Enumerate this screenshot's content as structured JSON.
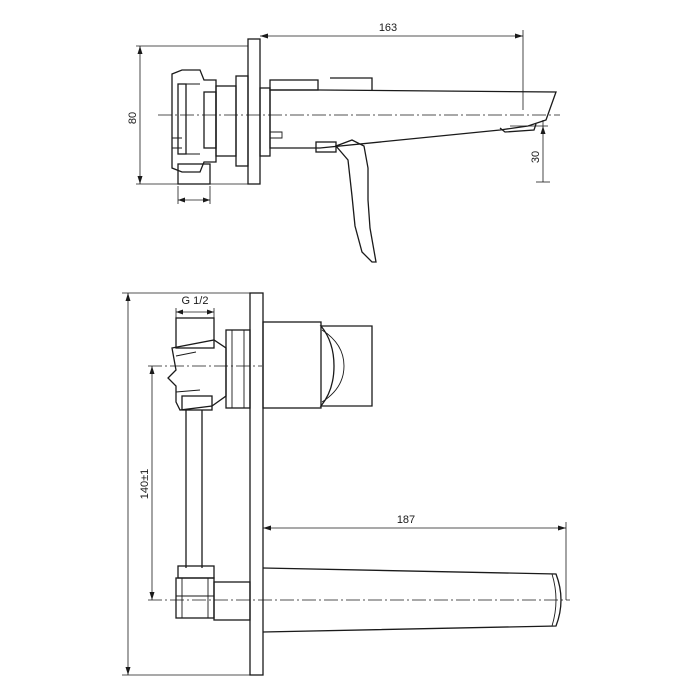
{
  "drawing": {
    "side_view": {
      "dim_length": "163",
      "dim_height": "80",
      "dim_spout_drop": "30"
    },
    "top_view": {
      "dim_thread": "G 1/2",
      "dim_center_distance": "140±1",
      "dim_spout_reach": "187"
    }
  }
}
